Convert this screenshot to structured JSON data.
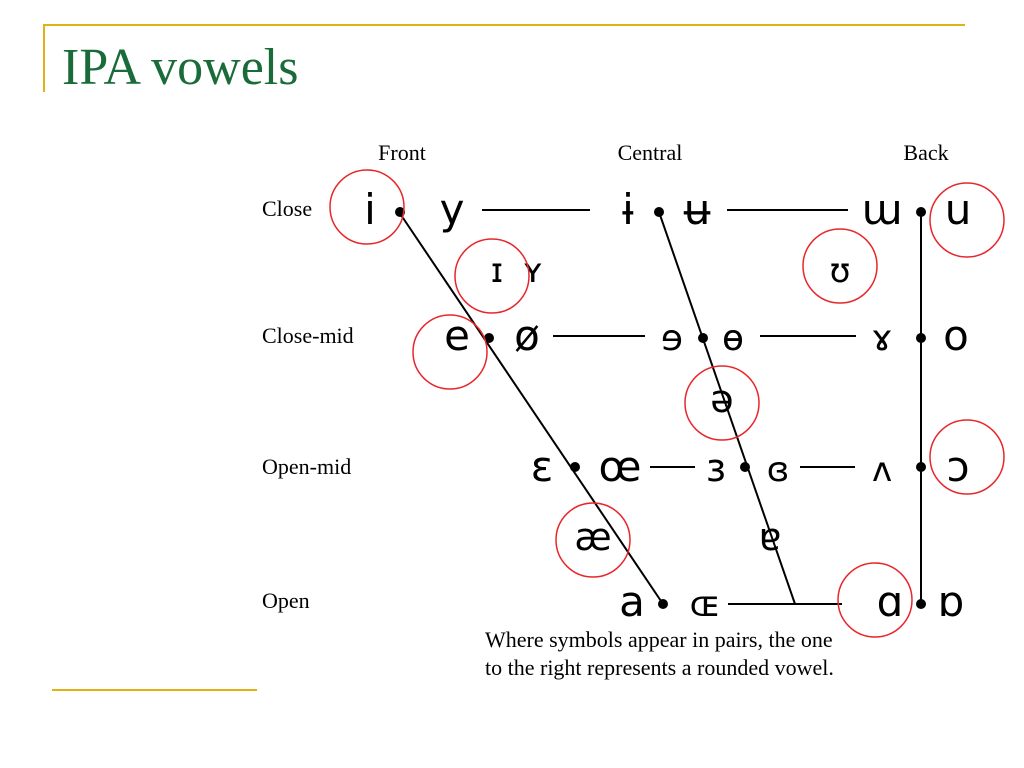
{
  "slide": {
    "title": "IPA vowels",
    "accent_color": "#e1b216",
    "title_color": "#1a6b3a"
  },
  "chart": {
    "column_labels": [
      "Front",
      "Central",
      "Back"
    ],
    "row_labels": [
      "Close",
      "Close-mid",
      "Open-mid",
      "Open"
    ],
    "symbols": {
      "close_front_unrounded": "i",
      "close_front_rounded": "y",
      "close_central_unrounded": "ɨ",
      "close_central_rounded": "ʉ",
      "close_back_unrounded": "ɯ",
      "close_back_rounded": "u",
      "near_close_front_unrounded": "ɪ",
      "near_close_front_rounded": "ʏ",
      "near_close_back_rounded": "ʊ",
      "close_mid_front_unrounded": "e",
      "close_mid_front_rounded": "ø",
      "close_mid_central_unrounded": "ɘ",
      "close_mid_central_rounded": "ɵ",
      "close_mid_back_unrounded": "ɤ",
      "close_mid_back_rounded": "o",
      "mid_central": "ə",
      "open_mid_front_unrounded": "ɛ",
      "open_mid_front_rounded": "œ",
      "open_mid_central_unrounded": "ɜ",
      "open_mid_central_rounded": "ɞ",
      "open_mid_back_unrounded": "ʌ",
      "open_mid_back_rounded": "ɔ",
      "near_open_front_unrounded": "æ",
      "near_open_central": "ɐ",
      "open_front_unrounded": "a",
      "open_front_rounded": "ɶ",
      "open_back_unrounded": "ɑ",
      "open_back_rounded": "ɒ"
    },
    "highlight_color": "#e8262b",
    "note_lines": [
      "Where symbols appear in pairs, the one",
      "to the right represents a rounded vowel."
    ]
  }
}
